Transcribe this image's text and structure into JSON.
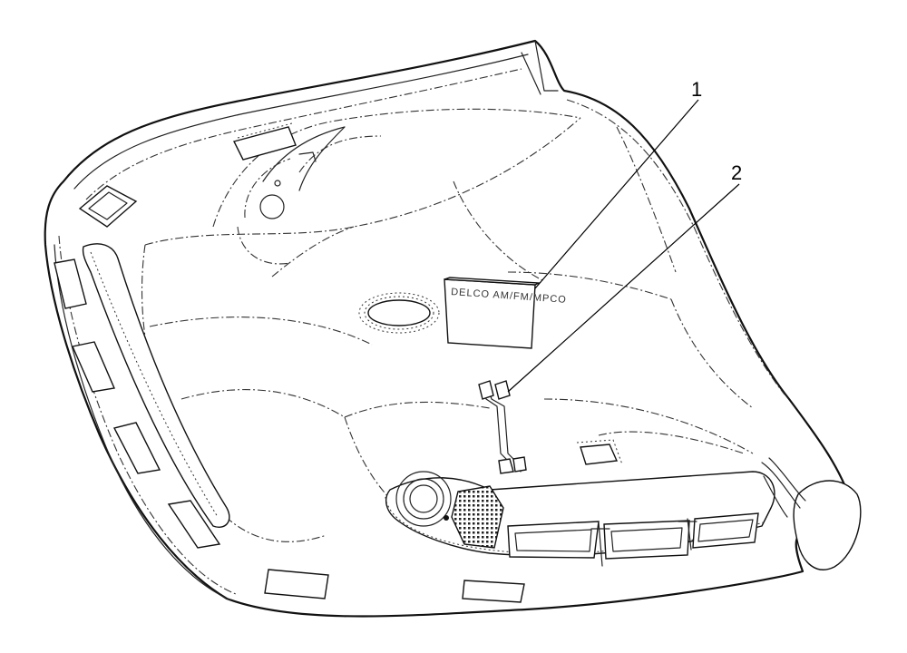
{
  "callouts": [
    {
      "number": "1"
    },
    {
      "number": "2"
    }
  ],
  "component_label": "DELCO AM/FM/MPCO"
}
